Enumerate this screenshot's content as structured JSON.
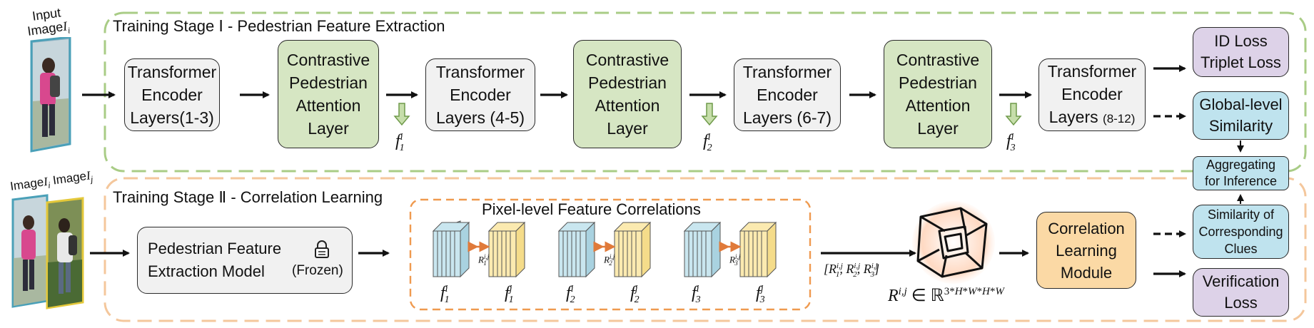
{
  "input": {
    "label_line1": "Input",
    "label_line2": "Image",
    "label_var": "I",
    "label_sub": "i"
  },
  "stage1": {
    "title": "Training Stage Ⅰ - Pedestrian Feature Extraction",
    "encoders": [
      {
        "line1": "Transformer",
        "line2": "Encoder",
        "line3": "Layers(1-3)"
      },
      {
        "line1": "Transformer",
        "line2": "Encoder",
        "line3": "Layers (4-5)"
      },
      {
        "line1": "Transformer",
        "line2": "Encoder",
        "line3": "Layers (6-7)"
      },
      {
        "line1": "Transformer",
        "line2": "Encoder",
        "line3": "Layers",
        "line3_small": "(8-12)"
      }
    ],
    "attention": [
      {
        "line1": "Contrastive",
        "line2": "Pedestrian",
        "line3": "Attention",
        "line4": "Layer"
      },
      {
        "line1": "Contrastive",
        "line2": "Pedestrian",
        "line3": "Attention",
        "line4": "Layer"
      },
      {
        "line1": "Contrastive",
        "line2": "Pedestrian",
        "line3": "Attention",
        "line4": "Layer"
      }
    ],
    "features": [
      {
        "base": "f",
        "sub": "1",
        "sup": "i"
      },
      {
        "base": "f",
        "sub": "2",
        "sup": "i"
      },
      {
        "base": "f",
        "sub": "3",
        "sup": "i"
      }
    ]
  },
  "outputs": {
    "id_loss": {
      "line1": "ID Loss",
      "line2": "Triplet Loss"
    },
    "global": {
      "line1": "Global-level",
      "line2": "Similarity"
    },
    "aggregate": {
      "line1": "Aggregating",
      "line2": "for Inference"
    },
    "corresponding": {
      "line1": "Similarity of",
      "line2": "Corresponding",
      "line3": "Clues"
    },
    "verification": {
      "line1": "Verification",
      "line2": "Loss"
    }
  },
  "stage2": {
    "title": "Training Stage Ⅱ - Correlation Learning",
    "images": {
      "label1": "Image",
      "var1": "I",
      "sub1": "i",
      "label2": "Image",
      "var2": "I",
      "sub2": "j"
    },
    "extraction": {
      "line1": "Pedestrian Feature",
      "line2": "Extraction Model",
      "frozen": "(Frozen)"
    },
    "pixel_title": "Pixel-level Feature Correlations",
    "pairs": [
      {
        "left_sub": "1",
        "right_sub": "1",
        "r_sub": "1"
      },
      {
        "left_sub": "2",
        "right_sub": "2",
        "r_sub": "2"
      },
      {
        "left_sub": "3",
        "right_sub": "3",
        "r_sub": "3"
      }
    ],
    "concat_label": "[R1i,j, R2i,j, R3i,j]",
    "tensor_label": "Ri,j ∈ ℝ3*H*W*H*W",
    "correlation_module": {
      "line1": "Correlation",
      "line2": "Learning",
      "line3": "Module"
    }
  },
  "colors": {
    "stage1_border": "#a9cc86",
    "stage2_border": "#f4c79c",
    "pixel_border": "#ef9a4f",
    "blue_tensor": "#c9e6ef",
    "yellow_tensor": "#fbeab0"
  }
}
